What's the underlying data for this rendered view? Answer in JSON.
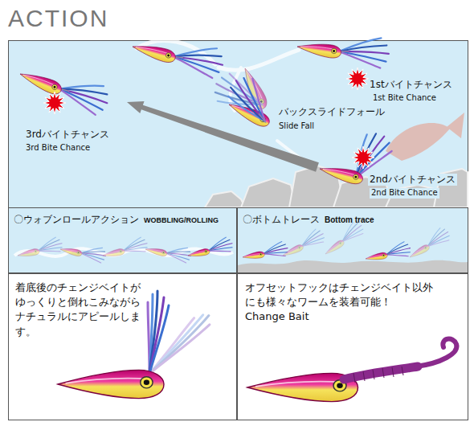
{
  "diagram": {
    "title": "ACTION",
    "nodes": [
      {
        "text": [
          "〇ウォブンロールアクション",
          "WOBBLING/ROLLING"
        ]
      },
      {
        "text": [
          "〇ボトムトレース",
          "Bottom trace"
        ]
      },
      {
        "text": [
          "着底後のチェンジベイトがゆっくりと倒れこみながらナチュラルにアピールします。"
        ]
      },
      {
        "text": [
          "オフセットフックはチェンジベイト以外にも様々なワームを装着可能！",
          "Change Bait"
        ]
      }
    ],
    "labels": [
      "1stバイトチャンス",
      "1st Bite Chance",
      "バックスライドフォール",
      "Slide Fall",
      "3rdバイトチャンス",
      "3rd Bite Chance",
      "2ndバイトチャンス",
      "2nd Bite Chance"
    ]
  }
}
